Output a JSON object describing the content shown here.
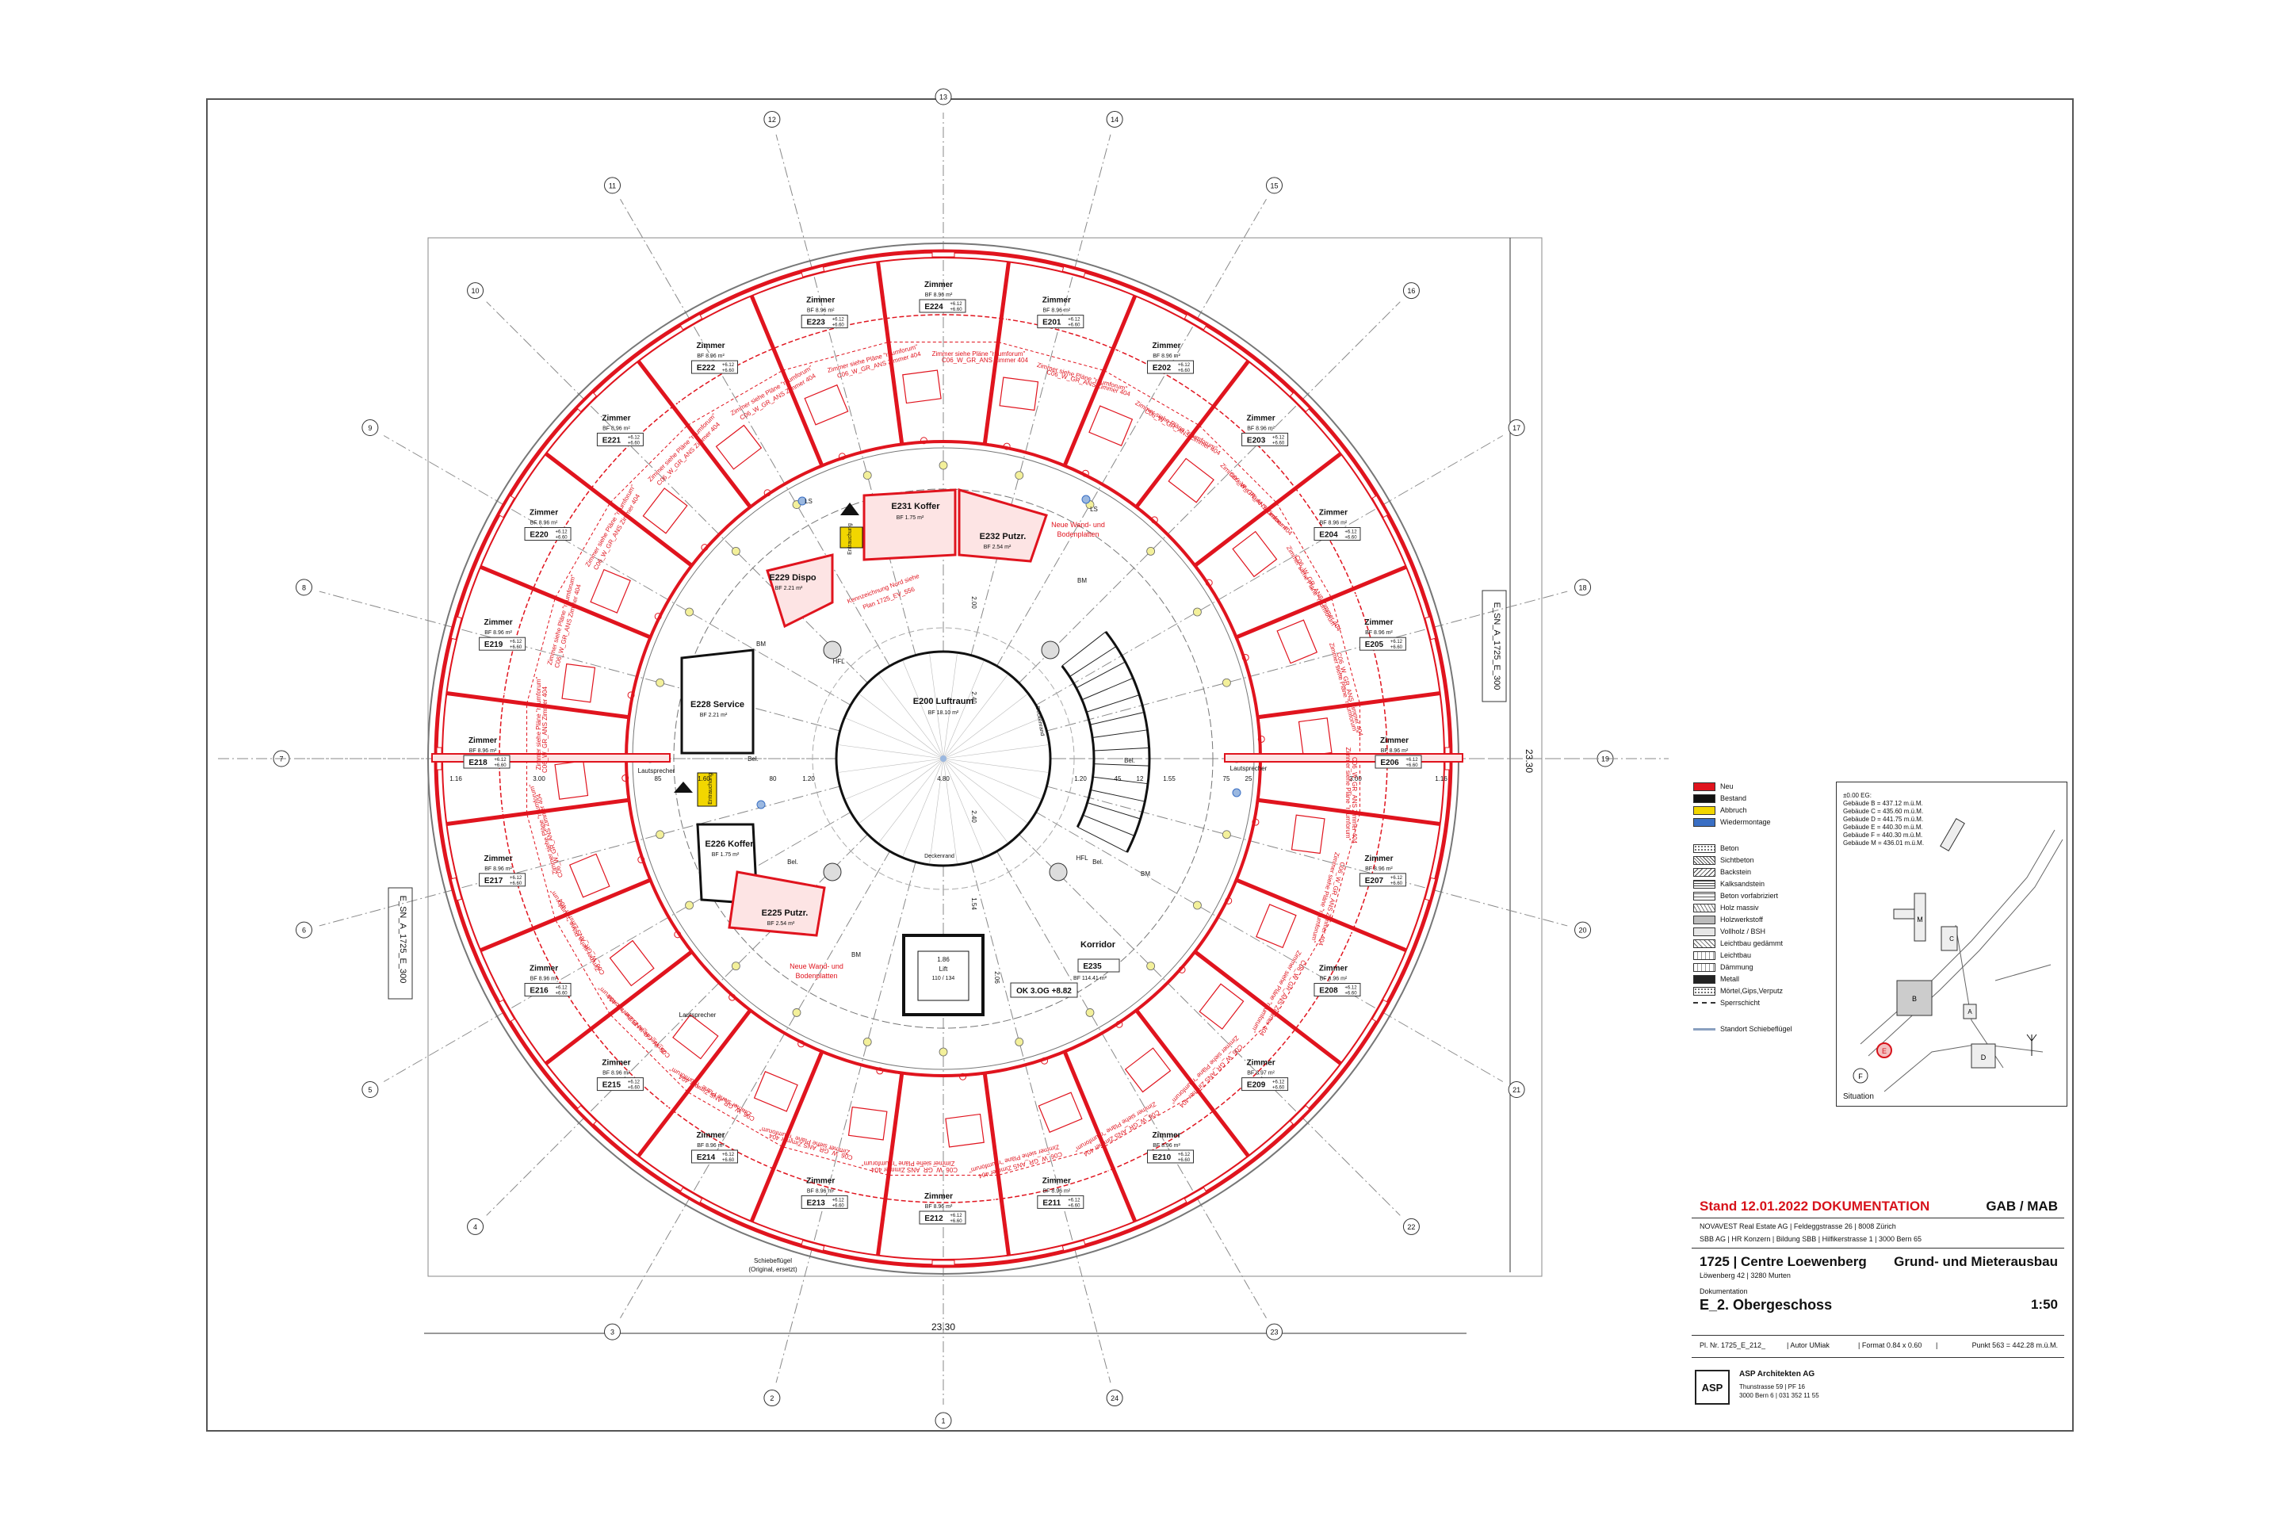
{
  "plan": {
    "axes": {
      "top": [
        "12",
        "13",
        "14"
      ],
      "upper": [
        "11",
        "15"
      ],
      "upper_mid": [
        "10",
        "16"
      ],
      "mid_upper": [
        "9",
        "17"
      ],
      "mid": [
        "8",
        "18"
      ],
      "center_left": "7",
      "center_right": "19",
      "mid_lower": [
        "6",
        "20"
      ],
      "lower_mid": [
        "5",
        "21"
      ],
      "lower": [
        "4",
        "22"
      ],
      "bottom": [
        "3",
        "23"
      ],
      "bottom_low": [
        "2",
        "1",
        "24"
      ]
    },
    "dimension_horizontal": "23.30",
    "dimension_vertical": "23.30",
    "section_left": "E_SN_A_1725_E_300",
    "section_right": "E_SN_A_1725_E_300",
    "rooms": {
      "zimmer_label": "Zimmer",
      "area_default": "BF 8.96 m²",
      "area_e209": "BF 8.97 m²",
      "level_upper": "+6.12",
      "level_lower": "+6.60",
      "ids": [
        "E201",
        "E202",
        "E203",
        "E204",
        "E205",
        "E206",
        "E207",
        "E208",
        "E209",
        "E210",
        "E211",
        "E212",
        "E213",
        "E214",
        "E215",
        "E216",
        "E217",
        "E218",
        "E219",
        "E220",
        "E221",
        "E222",
        "E223",
        "E224"
      ],
      "note_line1": "Zimmer siehe Pläne \"raumforum\"",
      "note_line2": "C06_W_GR_ANS Zimmer 404"
    },
    "core": {
      "e200_name": "E200  Luftraum",
      "e200_area": "BF 18.10 m²",
      "e231_name": "E231 Koffer",
      "e231_area": "BF 1.75 m²",
      "e232_name": "E232 Putzr.",
      "e232_area": "BF 2.54 m²",
      "e229_name": "E229 Dispo",
      "e229_area": "BF 2.21 m²",
      "e228_name": "E228 Service",
      "e228_area": "BF 2.21 m²",
      "e226_name": "E226 Koffer",
      "e226_area": "BF 1.75 m²",
      "e225_name": "E225 Putzr.",
      "e225_area": "BF 2.54 m²",
      "korridor_name": "Korridor",
      "korridor_id": "E235",
      "korridor_area": "BF 114.41 m²",
      "lift_label": "Lift",
      "lift_dim": "110 / 134",
      "lift_width": "1.86",
      "lift_depth": "2.06",
      "ok_label": "OK 3.OG +8.82",
      "neue_wand_1": "Neue Wand- und",
      "neue_wand_2": "Bodenplatten",
      "lautsprecher": "Lautsprecher",
      "hfl": "HFL",
      "bm": "BM",
      "ls": "LS",
      "bel": "Bel.",
      "kennzeichnung_1": "Kennzeichnung Nord siehe",
      "kennzeichnung_2": "Plan 1725_EV_556",
      "entrauchung": "Entrauchung",
      "deckenrand": "Deckenrand",
      "schiebeflügel": "Schiebeflügel",
      "schiebeflügel_orig": "(Original, ersetzt)"
    },
    "dims_center": [
      "4.80",
      "2.40",
      "2.40",
      "1.20",
      "1.20",
      "1.16",
      "1.16",
      "3.00",
      "3.00",
      "85",
      "80",
      "1.60",
      "1.55",
      "45",
      "12",
      "75",
      "25",
      "2.00",
      "1.54"
    ]
  },
  "legend": {
    "colors": [
      {
        "label": "Neu",
        "color": "#e0141e"
      },
      {
        "label": "Bestand",
        "color": "#111111"
      },
      {
        "label": "Abbruch",
        "color": "#f2d600"
      },
      {
        "label": "Wiedermontage",
        "color": "#3a6fc4"
      }
    ],
    "materials": [
      "Beton",
      "Sichtbeton",
      "Backstein",
      "Kalksandstein",
      "Beton vorfabriziert",
      "Holz massiv",
      "Holzwerkstoff",
      "Vollholz / BSH",
      "Leichtbau gedämmt",
      "Leichtbau",
      "Dämmung",
      "Metall",
      "Mörtel,Gips,Verputz",
      "Sperrschicht"
    ],
    "standort": "Standort Schiebeflügel"
  },
  "situation": {
    "header": [
      "±0.00 EG:",
      "Gebäude B = 437.12 m.ü.M.",
      "Gebäude C = 435.60 m.ü.M.",
      "Gebäude D = 441.75 m.ü.M.",
      "Gebäude E = 440.30 m.ü.M.",
      "Gebäude F = 440.30 m.ü.M.",
      "Gebäude M = 436.01 m.ü.M."
    ],
    "label": "Situation",
    "buildings": [
      "B",
      "C",
      "D",
      "E",
      "F",
      "M",
      "A"
    ]
  },
  "titleblock": {
    "stand": "Stand    12.01.2022 DOKUMENTATION",
    "gab": "GAB / MAB",
    "client1": "NOVAVEST Real Estate AG | Feldeggstrasse 26 | 8008 Zürich",
    "client2": "SBB AG | HR Konzern | Bildung SBB | Hilfikerstrasse 1 | 3000 Bern 65",
    "project": "1725 | Centre Loewenberg",
    "project_type": "Grund- und Mieterausbau",
    "address": "Löwenberg 42 | 3280 Murten",
    "doc_type": "Dokumentation",
    "floor": "E_2. Obergeschoss",
    "scale": "1:50",
    "plan_nr": "Pl. Nr. 1725_E_212_",
    "autor": "| Autor  UMiak",
    "format": "|  Format   0.84 x 0.60",
    "sep": "|",
    "punkt": "Punkt 563 = 442.28 m.ü.M.",
    "office": "ASP Architekten AG",
    "office_addr1": "Thunstrasse 59 | PF 16",
    "office_addr2": "3000 Bern 6 | 031 352 11 55",
    "logo": "ASP"
  }
}
